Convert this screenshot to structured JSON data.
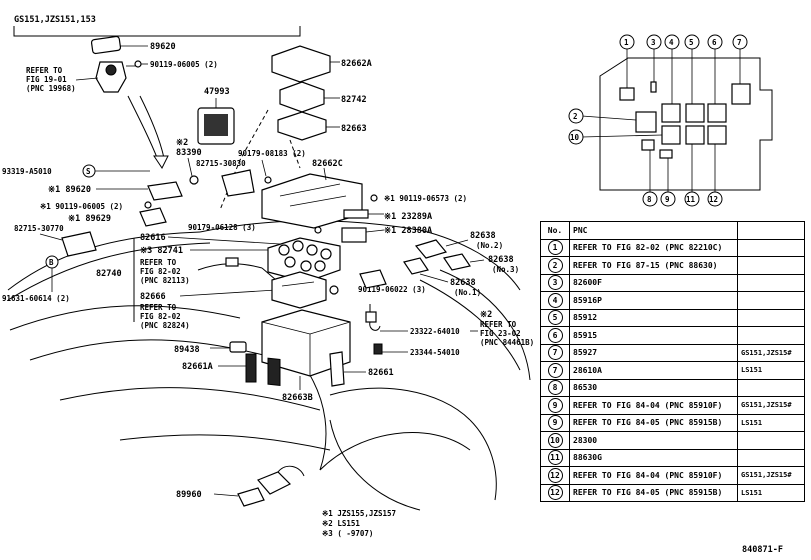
{
  "header": {
    "model_label": "GS151,JZS151,153"
  },
  "footer": {
    "figure_id": "840871-F",
    "notes": [
      "※1 JZS155,JZS157",
      "※2 LS151",
      "※3 (    -9707)"
    ]
  },
  "callouts": {
    "p89620_top": "89620",
    "p90119_06005_2": "90119-06005 (2)",
    "refer_fig19_a": "REFER TO",
    "refer_fig19_b": "FIG 19-01",
    "refer_fig19_c": "(PNC 19968)",
    "p47993": "47993",
    "p82662A": "82662A",
    "p82742": "82742",
    "p82663": "82663",
    "star2_a": "※2",
    "p83390": "83390",
    "p82715_30830": "82715-30830",
    "p90179_08183": "90179-08183 (2)",
    "p82662C": "82662C",
    "p93319": "93319-A5010",
    "circle_s": "S",
    "p89620_star1": "※1 89620",
    "p90119_06005_star1": "※1 90119-06005 (2)",
    "p89629": "※1 89629",
    "p82715_30770": "82715-30770",
    "circle_b": "B",
    "p91631": "91631-60614 (2)",
    "p90119_06573": "※1 90119-06573 (2)",
    "p23289A": "※1 23289A",
    "p28380A": "※1 28380A",
    "p90179_06128": "90179-06128 (3)",
    "p82616": "82616",
    "p82741": "※3 82741",
    "refer_fig82_a": "REFER TO",
    "refer_fig82_b": "FIG 82-02",
    "refer_fig82_c": "(PNC 82113)",
    "p82740": "82740",
    "p82666": "82666",
    "refer_fig82d_a": "REFER TO",
    "refer_fig82d_b": "FIG 82-02",
    "refer_fig82d_c": "(PNC 82824)",
    "p82638_no2_a": "82638",
    "p82638_no2_b": "(No.2)",
    "p82638_no3_a": "82638",
    "p82638_no3_b": "(No.3)",
    "p82638_no1_a": "82638",
    "p82638_no1_b": "(No.1)",
    "p90119_06022": "90119-06022 (3)",
    "star2_b": "※2",
    "refer_fig23_a": "REFER TO",
    "refer_fig23_b": "FIG 23-02",
    "refer_fig23_c": "(PNC 84461B)",
    "p23322": "23322-64010",
    "p23344": "23344-54010",
    "p89438": "89438",
    "p82661A": "82661A",
    "p82661": "82661",
    "p82663B": "82663B",
    "p89960": "89960"
  },
  "box_numbers": [
    "1",
    "3",
    "4",
    "5",
    "6",
    "7",
    "2",
    "10",
    "8",
    "9",
    "11",
    "12"
  ],
  "table": {
    "headers": [
      "No.",
      "PNC",
      ""
    ],
    "rows": [
      {
        "no": "1",
        "pnc": "REFER TO FIG 82-02 (PNC 82210C)",
        "app": ""
      },
      {
        "no": "2",
        "pnc": "REFER TO FIG 87-15 (PNC 88630)",
        "app": ""
      },
      {
        "no": "3",
        "pnc": "82600F",
        "app": ""
      },
      {
        "no": "4",
        "pnc": "85916P",
        "app": ""
      },
      {
        "no": "5",
        "pnc": "85912",
        "app": ""
      },
      {
        "no": "6",
        "pnc": "85915",
        "app": ""
      },
      {
        "no": "7",
        "pnc": "85927",
        "app": "GS151,JZS15#"
      },
      {
        "no": "7",
        "pnc": "28610A",
        "app": "LS151"
      },
      {
        "no": "8",
        "pnc": "86530",
        "app": ""
      },
      {
        "no": "9",
        "pnc": "REFER TO FIG 84-04 (PNC 85910F)",
        "app": "GS151,JZS15#"
      },
      {
        "no": "9",
        "pnc": "REFER TO FIG 84-05 (PNC 85915B)",
        "app": "LS151"
      },
      {
        "no": "10",
        "pnc": "28300",
        "app": ""
      },
      {
        "no": "11",
        "pnc": "88630G",
        "app": ""
      },
      {
        "no": "12",
        "pnc": "REFER TO FIG 84-04 (PNC 85910F)",
        "app": "GS151,JZS15#"
      },
      {
        "no": "12",
        "pnc": "REFER TO FIG 84-05 (PNC 85915B)",
        "app": "LS151"
      }
    ]
  }
}
